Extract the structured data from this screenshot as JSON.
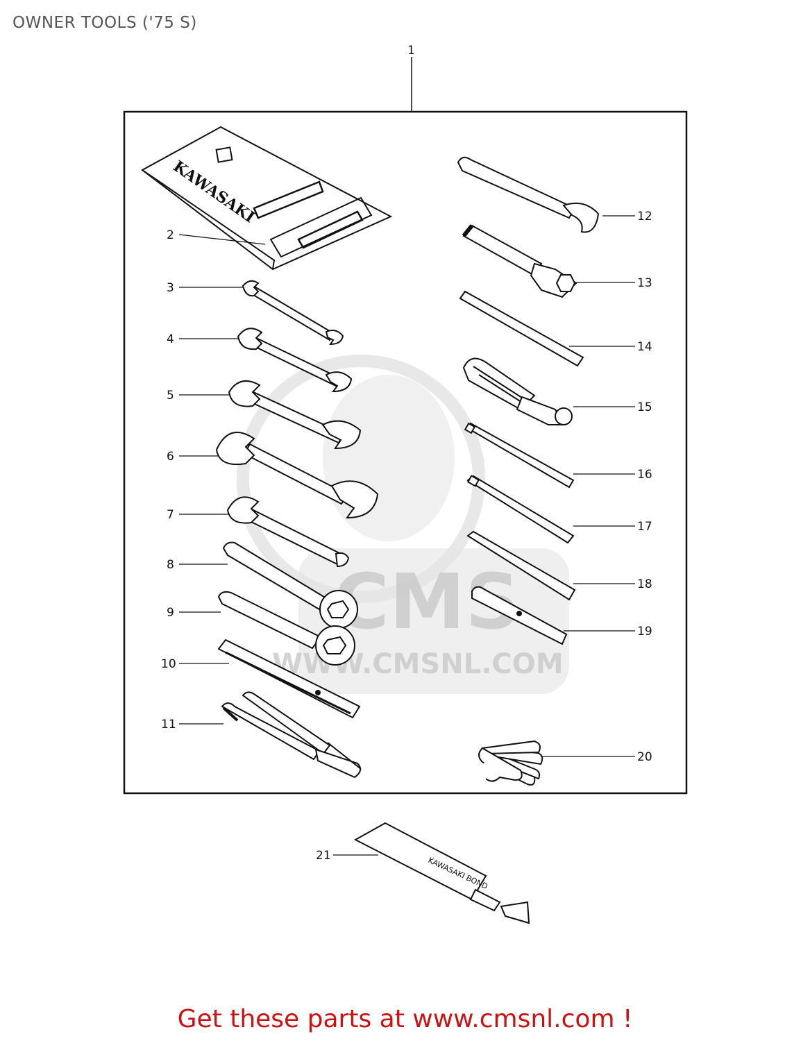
{
  "page": {
    "title": "OWNER TOOLS ('75 S)",
    "footer_text": "Get these parts at www.cmsnl.com !"
  },
  "diagram": {
    "kit_callout": "1",
    "callouts": [
      "2",
      "3",
      "4",
      "5",
      "6",
      "7",
      "8",
      "9",
      "10",
      "11",
      "12",
      "13",
      "14",
      "15",
      "16",
      "17",
      "18",
      "19",
      "20",
      "21"
    ],
    "pouch_lettering": "KAWASAKI",
    "tube_lettering": "KAWASAKI BOND",
    "watermark_logo": "CMS",
    "watermark_url": "WWW.CMSNL.COM"
  },
  "colors": {
    "ink": "#111111",
    "title": "#555555",
    "footer": "#cc1111",
    "watermark": "#d9d9d9"
  }
}
